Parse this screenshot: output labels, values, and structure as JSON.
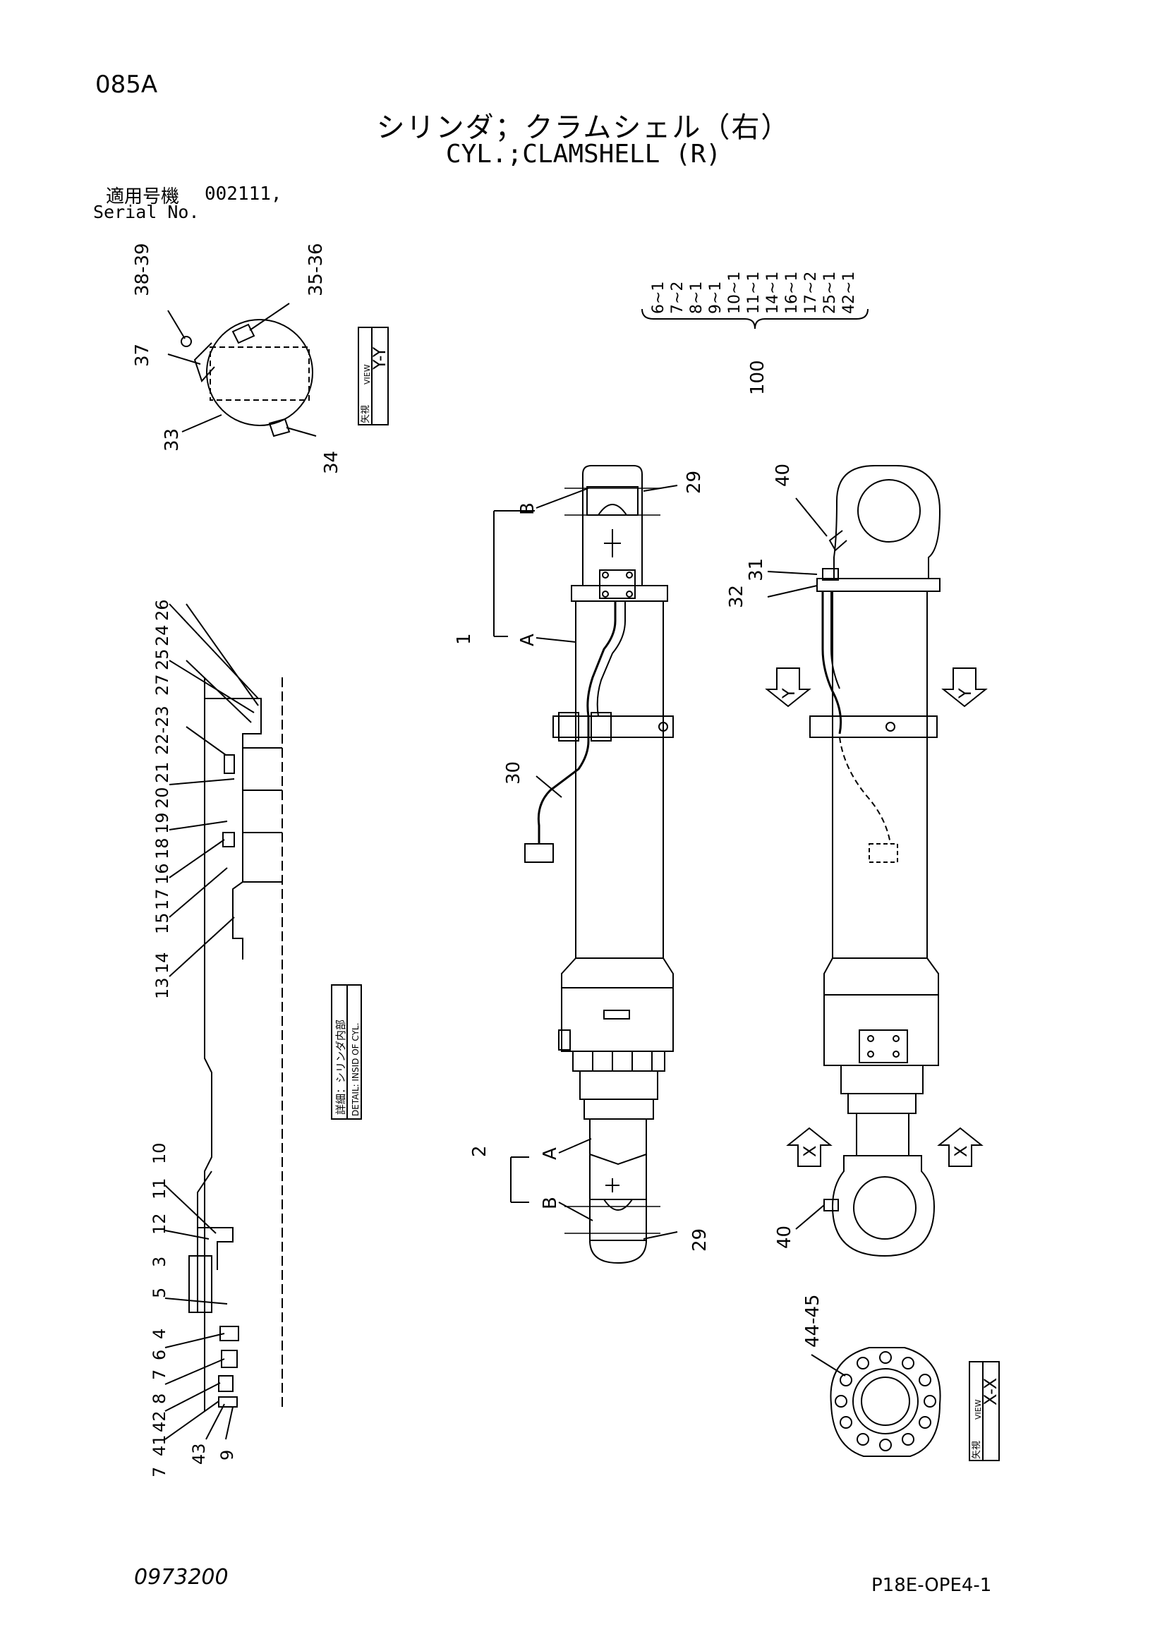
{
  "header": {
    "page_code": "085A",
    "title_jp": "シリンダ；クラムシェル（右）",
    "title_en": "CYL.;CLAMSHELL (R)",
    "serial_jp": "適用号機",
    "serial_value": "002111,",
    "serial_en": "Serial No."
  },
  "footer": {
    "doc_number": "0973200",
    "sheet_id": "P18E-OPE4-1"
  },
  "view_yy": {
    "box_jp": "矢視",
    "box_en": "VIEW",
    "box_label": "Y-Y",
    "callouts": [
      "38-39",
      "35-36",
      "37",
      "33",
      "34"
    ]
  },
  "kit": {
    "items": [
      "6~1",
      "7~2",
      "8~1",
      "9~1",
      "10~1",
      "11~1",
      "14~1",
      "16~1",
      "17~2",
      "25~1",
      "42~1"
    ],
    "label": "100"
  },
  "main_view": {
    "callouts": [
      "B",
      "29",
      "1",
      "A",
      "30",
      "2",
      "A",
      "B",
      "29"
    ]
  },
  "side_view": {
    "callouts": [
      "40",
      "31",
      "32",
      "40"
    ],
    "arrow_y": "Y",
    "arrow_x": "X"
  },
  "section_view": {
    "callouts_top": [
      "26",
      "24",
      "25",
      "27",
      "22-23",
      "21",
      "20",
      "19",
      "18",
      "16",
      "17",
      "15",
      "14",
      "13"
    ],
    "callouts_bottom": [
      "10",
      "11",
      "12",
      "3",
      "5",
      "4",
      "6",
      "7",
      "8",
      "42",
      "41",
      "7",
      "43",
      "9"
    ],
    "detail_box_jp": "詳細：シリンダ内部",
    "detail_box_en": "DETAIL: INSID OF CYL."
  },
  "view_xx": {
    "callout": "44-45",
    "box_jp": "矢視",
    "box_en": "VIEW",
    "box_label": "X-X"
  }
}
